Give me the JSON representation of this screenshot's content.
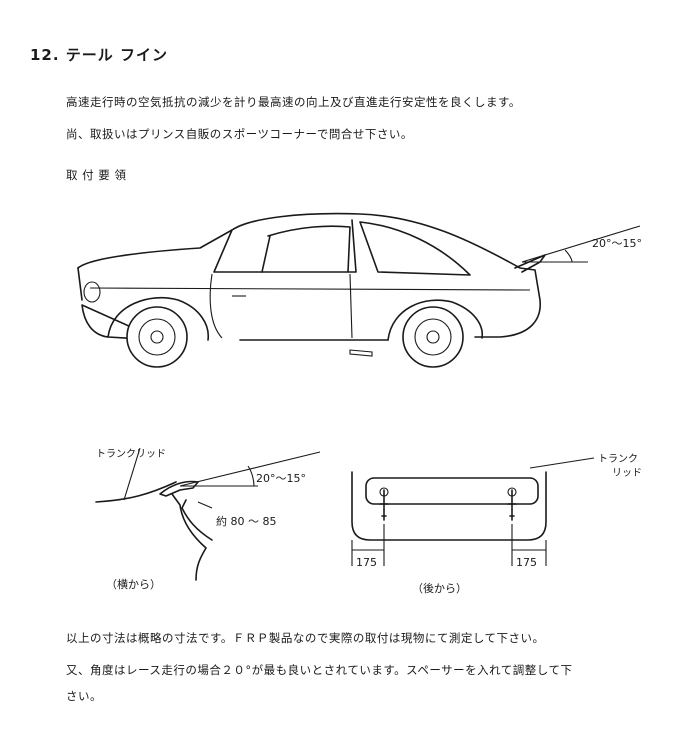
{
  "title": "12. テール フイン",
  "intro": [
    "高速走行時の空気抵抗の減少を計り最高速の向上及び直進走行安定性を良くします。",
    "尚、取扱いはプリンス自販のスポーツコーナーで問合せ下さい。"
  ],
  "section_heading": "取 付 要 領",
  "car_angle_label": "20°～15°",
  "side_view": {
    "trunk_lid_label": "トランクリッド",
    "angle_label": "20°～15°",
    "dimension_label": "約 80 ～ 85",
    "caption": "（横から）"
  },
  "rear_view": {
    "trunk_lid_label_line1": "トランク",
    "trunk_lid_label_line2": "リッド",
    "dim_left": "175",
    "dim_right": "175",
    "caption": "（後から）"
  },
  "footer": [
    "以上の寸法は概略の寸法です。ＦＲＰ製品なので実際の取付は現物にて測定して下さい。",
    "又、角度はレース走行の場合２０°が最も良いとされています。スペーサーを入れて調整して下",
    "さい。"
  ]
}
